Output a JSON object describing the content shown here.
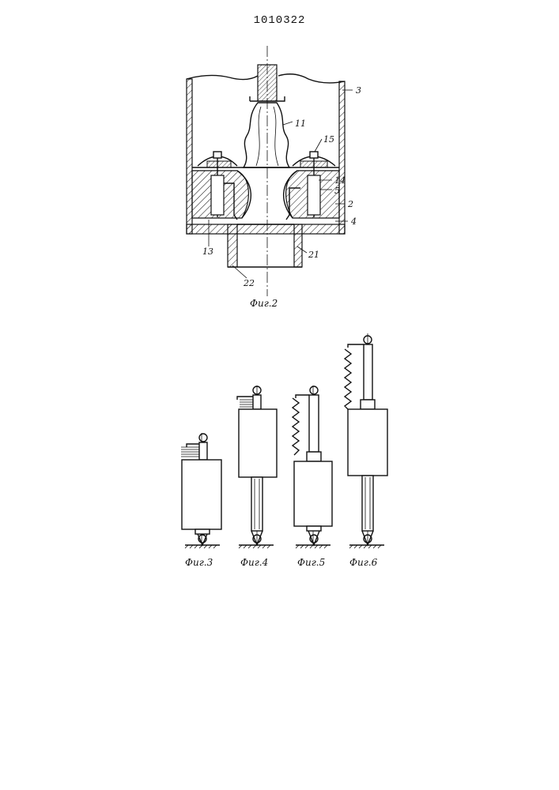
{
  "document": {
    "patent_number": "1010322"
  },
  "fig2": {
    "caption": "Фиг.2",
    "labels": [
      "3",
      "11",
      "15",
      "14",
      "5",
      "2",
      "4",
      "13",
      "21",
      "22"
    ]
  },
  "small_figs": [
    {
      "caption": "Фиг.3"
    },
    {
      "caption": "Фиг.4"
    },
    {
      "caption": "Фиг.5"
    },
    {
      "caption": "Фиг.6"
    }
  ]
}
